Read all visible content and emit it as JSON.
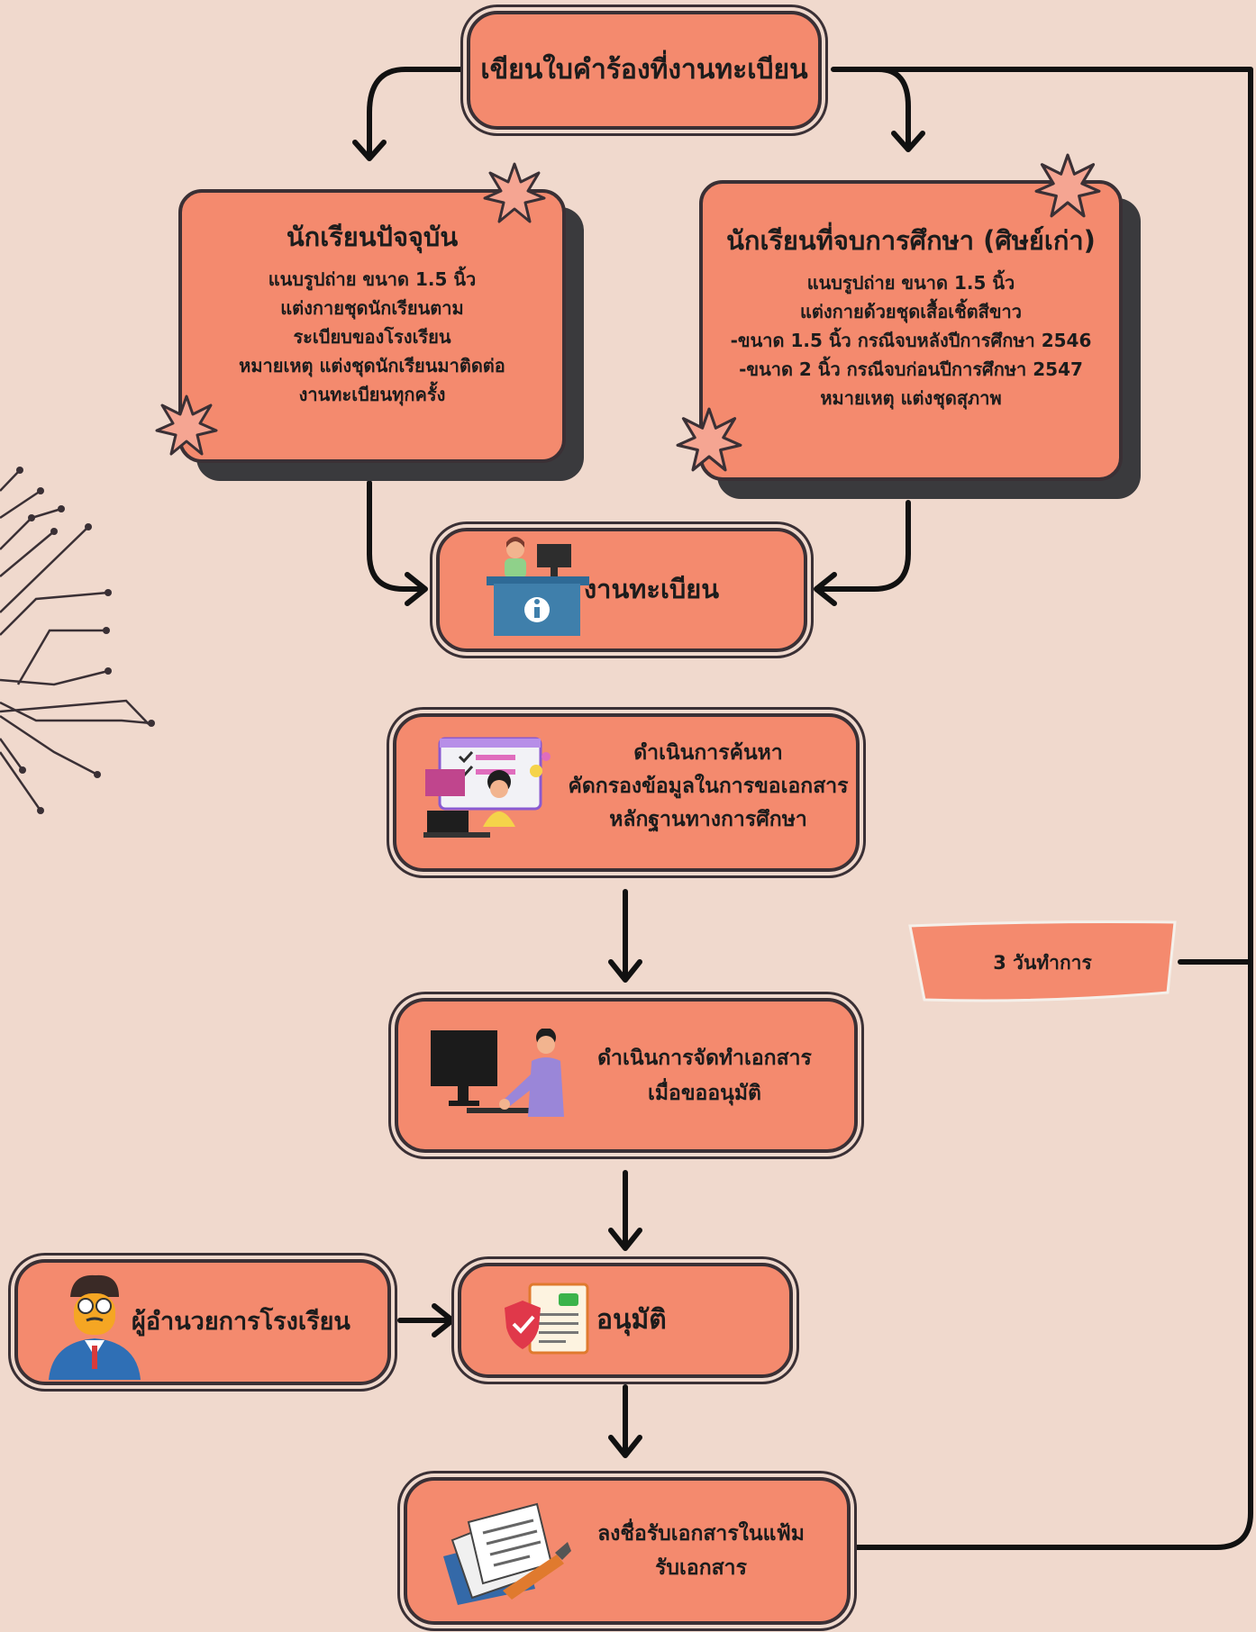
{
  "diagram": {
    "start": "เขียนใบคำร้องที่งานทะเบียน",
    "current_student": {
      "title": "นักเรียนปัจจุบัน",
      "lines": [
        "แนบรูปถ่าย ขนาด 1.5 นิ้ว",
        "แต่งกายชุดนักเรียนตาม",
        "ระเบียบของโรงเรียน",
        "หมายเหตุ แต่งชุดนักเรียนมาติดต่อ",
        "งานทะเบียนทุกครั้ง"
      ]
    },
    "graduate": {
      "title": "นักเรียนที่จบการศึกษา (ศิษย์เก่า)",
      "lines": [
        "แนบรูปถ่าย ขนาด 1.5 นิ้ว",
        "แต่งกายด้วยชุดเสื้อเชิ้ตสีขาว",
        "-ขนาด 1.5 นิ้ว กรณีจบหลังปีการศึกษา 2546",
        "-ขนาด 2 นิ้ว กรณีจบก่อนปีการศึกษา 2547",
        "หมายเหตุ แต่งชุดสุภาพ"
      ]
    },
    "registrar": "งานทะเบียน",
    "search": [
      "ดำเนินการค้นหา",
      "คัดกรองข้อมูลในการขอเอกสาร",
      "หลักฐานทางการศึกษา"
    ],
    "prepare": [
      "ดำเนินการจัดทำเอกสาร",
      "เมื่อขออนุมัติ"
    ],
    "director": "ผู้อำนวยการโรงเรียน",
    "approve": "อนุมัติ",
    "sign": [
      "ลงชื่อรับเอกสารในแฟ้ม",
      "รับเอกสาร"
    ],
    "duration": "3 วันทำการ"
  },
  "icons": [
    "star-icon",
    "receptionist-icon",
    "checklist-woman-icon",
    "computer-man-icon",
    "director-icon",
    "shield-document-icon",
    "papers-icon",
    "circuit-decoration"
  ],
  "colors": {
    "background": "#f0d9cd",
    "box": "#f48a6e",
    "outline": "#3a3035",
    "shadow": "#3a3a3d"
  }
}
